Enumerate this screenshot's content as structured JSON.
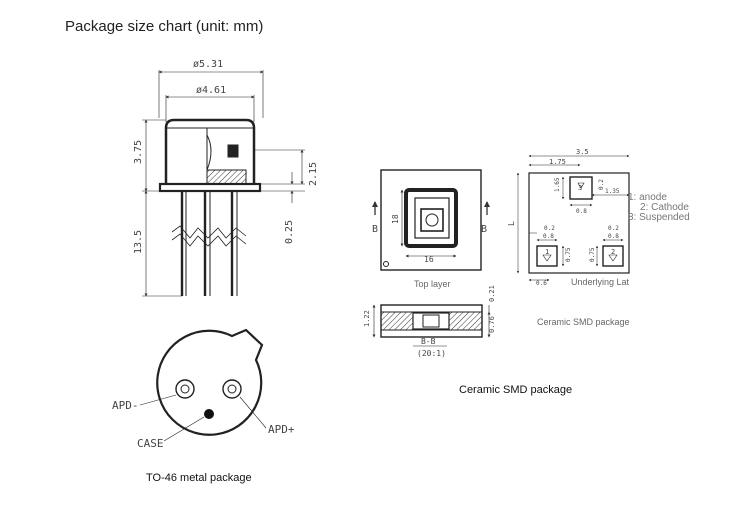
{
  "title": "Package size chart (unit: mm)",
  "to46": {
    "caption": "TO-46 metal package",
    "dims": {
      "outer_diameter": "ø5.31",
      "inner_diameter": "ø4.61",
      "cap_height": "3.75",
      "flange_height": "2.15",
      "flange_thickness": "0.25",
      "lead_length": "13.5"
    },
    "bottom_labels": {
      "apd_minus": "APD-",
      "case": "CASE",
      "apd_plus": "APD+"
    }
  },
  "smd": {
    "caption": "Ceramic SMD package",
    "top_layer_label": "Top layer",
    "underlying_label": "Underlying Lat",
    "ceramic_label": "Ceramic SMD package",
    "section_letter": "B",
    "section_label": "B-B",
    "section_scale": "(20:1)",
    "top_dims": {
      "inner_height": "18",
      "inner_width": "16"
    },
    "under_dims": {
      "width": "3.5",
      "left_offset": "1.75",
      "pad3_size": "1.65",
      "pad_small_a": "0.2",
      "pad_small_b": "1.35",
      "pad3_width": "0.8",
      "side_length": "L",
      "pad_gap_left": "0.2",
      "pad1_width": "0.8",
      "pad2_gap": "0.2",
      "pad2_width": "0.8",
      "pad1_height": "0.75",
      "pad2_height": "0.75",
      "bottom_offset": "0.6"
    },
    "section_dims": {
      "total_h": "1.22",
      "cap_h": "0.21",
      "layer_h": "0.76"
    },
    "pin_labels": [
      "1: anode",
      "2: Cathode",
      "3: Suspended"
    ],
    "pad_numbers": [
      "1",
      "2",
      "3"
    ]
  }
}
